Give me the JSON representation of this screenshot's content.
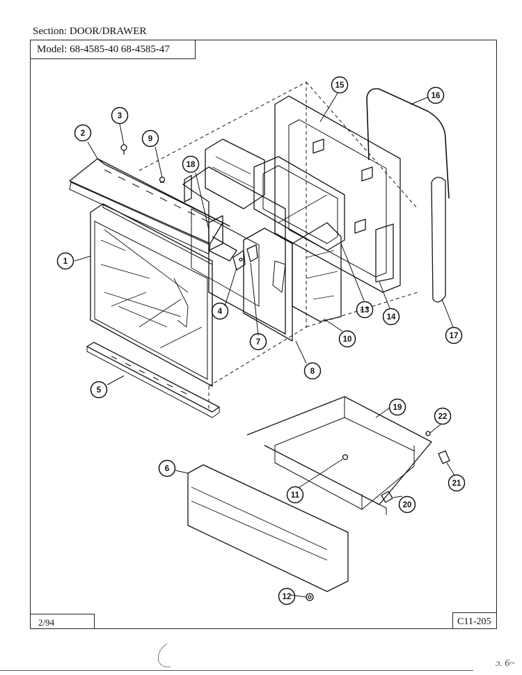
{
  "header": {
    "section": "Section:  DOOR/DRAWER",
    "model": "Model:  68-4585-40  68-4585-47"
  },
  "footer": {
    "date": "2/94",
    "page_code": "C11-205",
    "corner_mark": "ɔ. 6~"
  },
  "callouts": [
    "1",
    "2",
    "3",
    "4",
    "5",
    "6",
    "7",
    "8",
    "9",
    "10",
    "11",
    "12",
    "13",
    "14",
    "15",
    "16",
    "17",
    "18",
    "19",
    "20",
    "21",
    "22"
  ],
  "colors": {
    "line": "#111111",
    "paper": "#ffffff"
  }
}
